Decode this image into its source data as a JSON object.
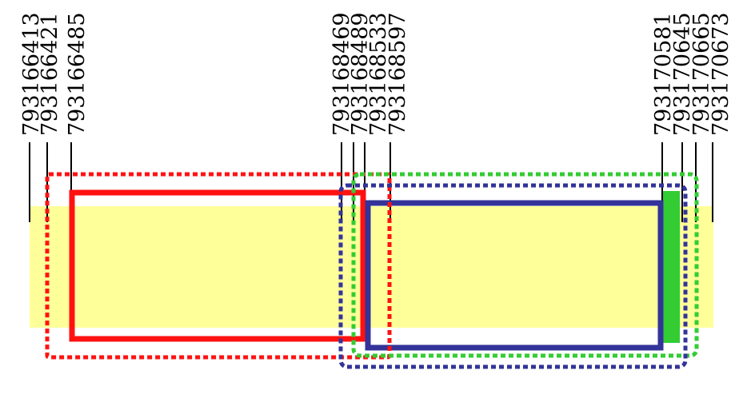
{
  "diagram": {
    "coordinates": [
      "793166413",
      "793166421",
      "793166485",
      "793168469",
      "793168489",
      "793168533",
      "793168597",
      "793170581",
      "793170645",
      "793170665",
      "793170673"
    ],
    "colors": {
      "background_band": "#ffff99",
      "red": "#ff1111",
      "green": "#33cc33",
      "blue": "#333399",
      "tick": "#000000"
    }
  }
}
